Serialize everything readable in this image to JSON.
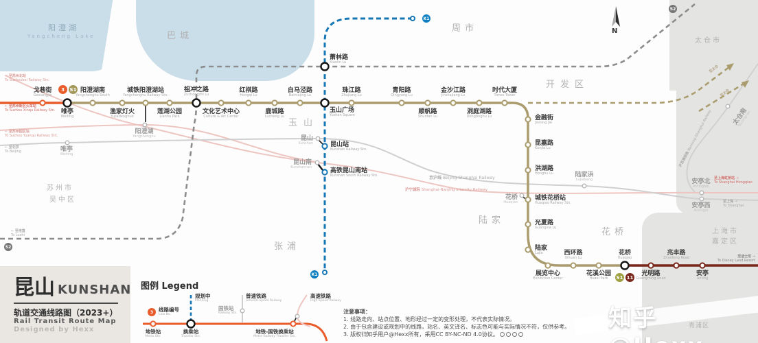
{
  "map_title": {
    "cn": "昆山",
    "en": "KUNSHAN",
    "subtitle_cn": "轨道交通线路图（2023+）",
    "subtitle_en": "Rail Transit Route Map",
    "credit": "Designed by Hexx"
  },
  "badges": {
    "line3": "3",
    "s1": "S1",
    "line11": "11",
    "k1": "K1",
    "s2": "S2"
  },
  "compass": "N",
  "colors": {
    "line3": "#e95d2c",
    "s1": "#ab9c6e",
    "line11": "#7a281c",
    "k1": "#1476b4",
    "s2": "#8c8c8c",
    "railway": "#cfcfcf",
    "hsr": "#edc6c2"
  },
  "regions": {
    "lake_cn": "阳澄湖",
    "lake_en": "Yangcheng Lake",
    "bacheng": "巴城",
    "zhoushi": "周市",
    "yushan": "玉山",
    "kaifaqu": "开发区",
    "zhangpu": "张浦",
    "lujia": "陆家",
    "huaqiao": "花桥",
    "taicang": "太仓市",
    "suzhou_l1": "苏州市",
    "suzhou_l2": "吴中区",
    "shanghai_l1": "上海市",
    "shanghai_l2": "嘉定区",
    "qingpu": "青浦区"
  },
  "lines": {
    "line3": {
      "stations": [
        {
          "name": "戈巷街",
          "en": "Gexiangjie"
        }
      ]
    },
    "s1": {
      "stations": [
        {
          "name": "唯亭",
          "en": "Weiting"
        },
        {
          "name": "阳澄湖南",
          "en": "Yangchenghu South"
        },
        {
          "name": "渔家灯火",
          "en": "Yujiadenghuo"
        },
        {
          "name": "城铁阳澄湖站",
          "en": "Yangchenghu Railway Stn."
        },
        {
          "name": "莲湖公园",
          "en": "Lianhu Park"
        },
        {
          "name": "祖冲之路",
          "en": "Zuchongzhi Lu"
        },
        {
          "name": "文化艺术中心",
          "en": "Culture & Art Center"
        },
        {
          "name": "红祺路",
          "en": "Hongqi Lu"
        },
        {
          "name": "鹿城路",
          "en": "Lucheng Lu"
        },
        {
          "name": "白马泾路",
          "en": "Baimajing Lu"
        },
        {
          "name": "珠江路",
          "en": "Zhujiang Lu"
        },
        {
          "name": "顺帆路",
          "en": "Shunfan Lu"
        },
        {
          "name": "青阳路",
          "en": "Qingyang Lu"
        },
        {
          "name": "金沙江路",
          "en": "Jinshajiang Lu"
        },
        {
          "name": "洞庭湖路",
          "en": "Dongtinghu Lu"
        },
        {
          "name": "时代大厦",
          "en": "Times Tower"
        },
        {
          "name": "金融街",
          "en": "Jinrong Jie"
        },
        {
          "name": "昆嘉路",
          "en": "Kunjia Lu"
        },
        {
          "name": "洪湖路",
          "en": "Honghu Lu"
        },
        {
          "name": "城铁花桥站",
          "en": "Huaqiao Railway Stn."
        },
        {
          "name": "光夏路",
          "en": "Guangxia Lu"
        },
        {
          "name": "陆家",
          "en": "Lujia"
        },
        {
          "name": "展览中心",
          "en": "Exhibition Center"
        },
        {
          "name": "西环路",
          "en": "Xihuan Lu"
        },
        {
          "name": "花溪公园",
          "en": "Huaxi Park"
        },
        {
          "name": "花桥",
          "en": "Huaqiao"
        }
      ]
    },
    "line11": {
      "stations": [
        {
          "name": "光明路",
          "en": "Guangming Road"
        },
        {
          "name": "兆丰路",
          "en": "Zhaofeng Road"
        },
        {
          "name": "安亭",
          "en": "Anting"
        }
      ]
    },
    "k1": {
      "stations": [
        {
          "name": "萧林路",
          "en": "Xiaolin Lu"
        },
        {
          "name": "玉山广场",
          "en": "Yushan Square"
        },
        {
          "name": "昆山站",
          "en": "Kunshan Railway Stn."
        },
        {
          "name": "高铁昆山南站",
          "en": "Kunshan South Railway Stn."
        }
      ]
    }
  },
  "railway_stations": [
    {
      "name": "唯亭",
      "en": "Weiting"
    },
    {
      "name": "阳澄湖",
      "en": "Yangchenghu"
    },
    {
      "name": "昆山",
      "en": "Kunshan"
    },
    {
      "name": "昆山南",
      "en": "Kunshannan"
    },
    {
      "name": "花桥",
      "en": "Huaqiao"
    },
    {
      "name": "陆家浜",
      "en": "Lujiabang"
    },
    {
      "name": "安亭北",
      "en": "Antingbei"
    },
    {
      "name": "安亭西",
      "en": "Antingxi"
    },
    {
      "name": "太仓南",
      "en": "Taicangnan"
    }
  ],
  "railway_labels": {
    "jinghu": {
      "cn": "京沪线",
      "en": "Beijing-Shanghai Railway"
    },
    "huning": {
      "cn": "沪宁城际",
      "en": "Shanghai-Nanjing Intercity Railway"
    },
    "husutong": {
      "cn": "沪苏通铁路",
      "en": "Nantong-Shanghai Railway"
    }
  },
  "exits": {
    "suzhoubei": {
      "cn": "至苏州北站",
      "en": "To Suzhoubei Railway Stn.",
      "arrow": "←"
    },
    "xinqu": {
      "cn": "至苏州新区火车站",
      "en": "To Suzhou Xinqu Railway Stn.",
      "arrow": "←"
    },
    "yuanqu": {
      "cn": "至苏州园区站",
      "en": "To Suzhou Yuanqu Railway Stn.",
      "arrow": "←"
    },
    "beijing": {
      "cn": "至北京",
      "en": "To Beijing",
      "arrow": "←"
    },
    "luzhi": {
      "cn": "至甪直",
      "en": "To Luzhi",
      "arrow": "←"
    },
    "hongqiao": {
      "cn": "至上海虹桥站",
      "en": "To Shanghai Hongqiao",
      "arrow": "→"
    },
    "shanghai": {
      "cn": "至上海",
      "en": "To Shanghai",
      "arrow": "→"
    },
    "disney": {
      "cn": "至迪士尼",
      "en": "To Disney Land Resort",
      "arrow": "→"
    },
    "taicang1": {
      "cn": "至太仓",
      "en": "To Taicang",
      "arrow": "↗"
    },
    "taicang2": {
      "cn": "至太仓",
      "en": "",
      "arrow": "↗"
    }
  },
  "legend": {
    "heading": "图例 Legend",
    "line_no": {
      "cn": "线路编号",
      "en": "Line No."
    },
    "metro_stn": {
      "cn": "地铁站",
      "en": "Metro Stn."
    },
    "planning": {
      "cn": "规划中",
      "en": "Planning"
    },
    "transfer_stn": {
      "cn": "换乘站",
      "en": "Transfer Stn."
    },
    "general_railway": {
      "cn": "普速铁路",
      "en": "General-Speed Railway"
    },
    "railway_stn": {
      "cn": "国铁站",
      "en": "Railway Stn."
    },
    "high_speed_railway": {
      "cn": "高速铁路",
      "en": "High-Speed Railway"
    },
    "metro_railway_transfer": {
      "cn": "地铁-国铁换乘站",
      "en": "Metro-Railway Transfer Stn."
    }
  },
  "notes": {
    "heading": "注意事项：",
    "line1": "1. 线路走向、站点位置、地形经过一定的变形处理，不代表实际情况。",
    "line2": "2. 由于包含建设或规划中的线路，站名、英文译名、标志色可能与实际情况不符，仅供参考。",
    "line3": "3. 版权归知乎用户@Hexx所有，采用CC BY-NC-ND 4.0协议。"
  },
  "watermark": "知乎 @Hexx"
}
